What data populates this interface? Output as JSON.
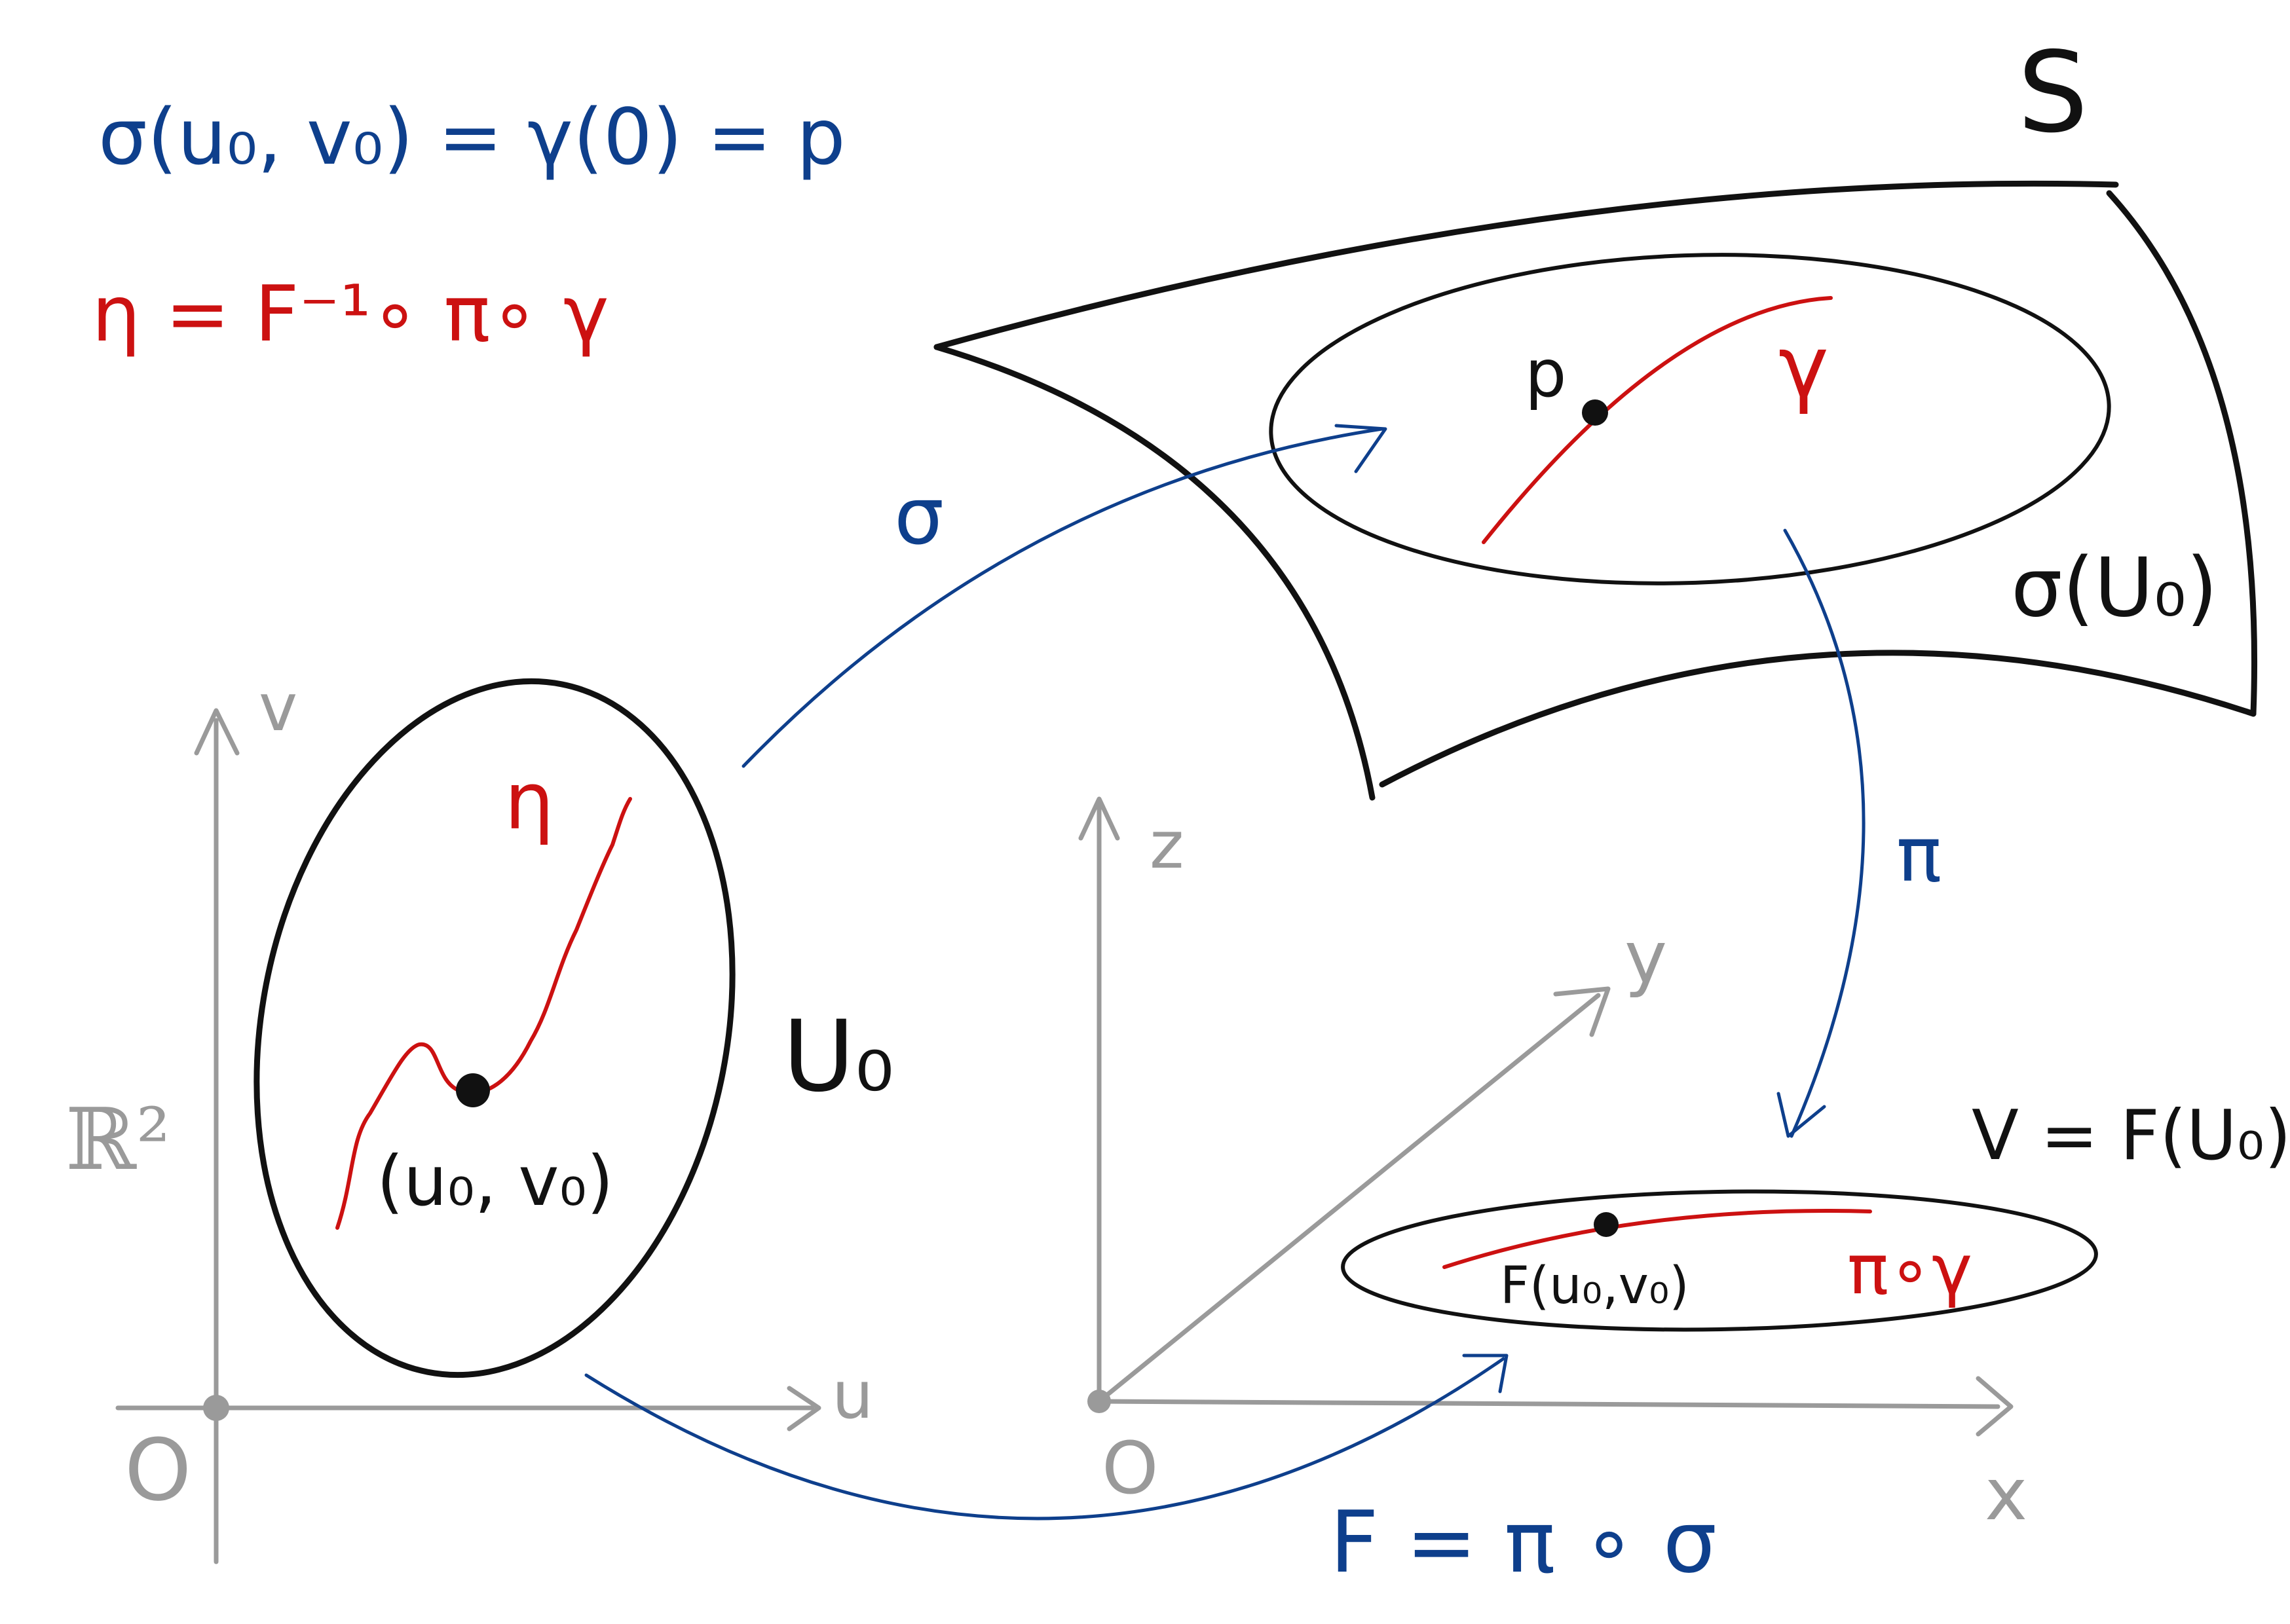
{
  "colors": {
    "ink": "#111111",
    "blue": "#0e3f8c",
    "red": "#cc1111",
    "gray": "#9a9a9a"
  },
  "formulas": {
    "point_definition": "σ(u₀, v₀) = γ(0) = p",
    "eta_definition": "η = F⁻¹∘ π∘ γ",
    "F_definition": "F = π ∘ σ"
  },
  "surface": {
    "label": "S",
    "region_label": "σ(U₀)",
    "point_label": "p",
    "curve_label": "γ"
  },
  "plane": {
    "axis_u": "u",
    "axis_v": "v",
    "origin": "O",
    "space_label": "ℝ²",
    "region_label": "U₀",
    "curve_label": "η",
    "point_label": "(u₀, v₀)"
  },
  "space": {
    "axis_x": "x",
    "axis_y": "y",
    "axis_z": "z",
    "origin": "O",
    "region_label": "V = F(U₀)",
    "point_label": "F(u₀,v₀)",
    "curve_label": "π∘γ"
  },
  "maps": {
    "sigma": "σ",
    "pi": "π"
  }
}
